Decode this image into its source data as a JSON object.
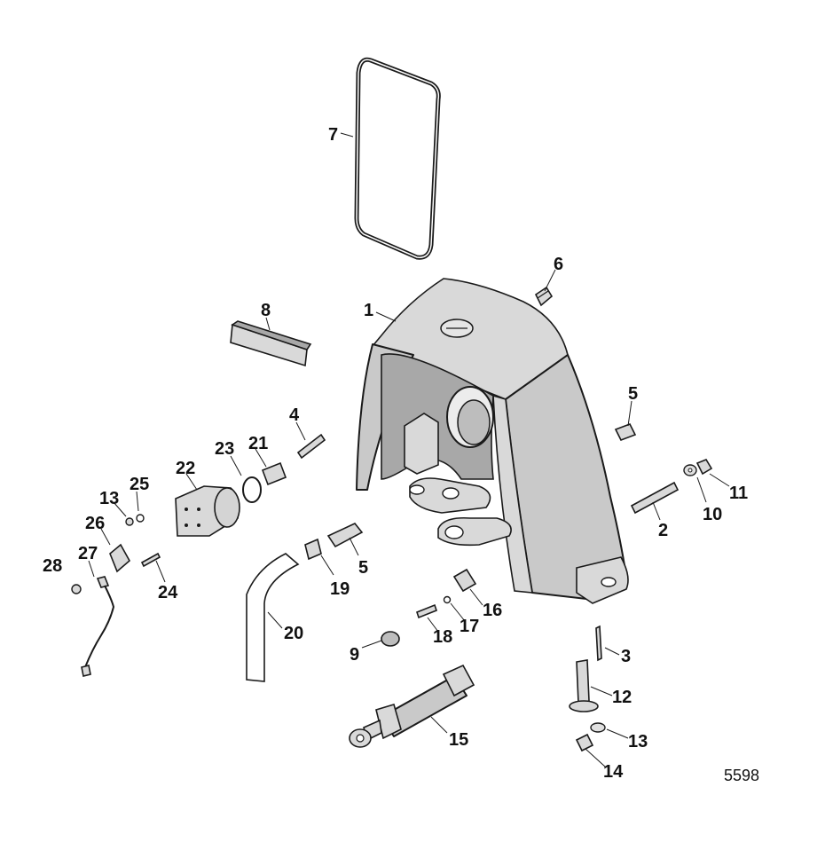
{
  "figure_number": "5598",
  "callouts": {
    "c1": "1",
    "c2": "2",
    "c3": "3",
    "c4": "4",
    "c5a": "5",
    "c5b": "5",
    "c6": "6",
    "c7": "7",
    "c8": "8",
    "c9": "9",
    "c10": "10",
    "c11": "11",
    "c12": "12",
    "c13a": "13",
    "c13b": "13",
    "c14": "14",
    "c15": "15",
    "c16": "16",
    "c17": "17",
    "c18": "18",
    "c19": "19",
    "c20": "20",
    "c21": "21",
    "c22": "22",
    "c23": "23",
    "c24": "24",
    "c25": "25",
    "c26": "26",
    "c27": "27",
    "c28": "28"
  }
}
